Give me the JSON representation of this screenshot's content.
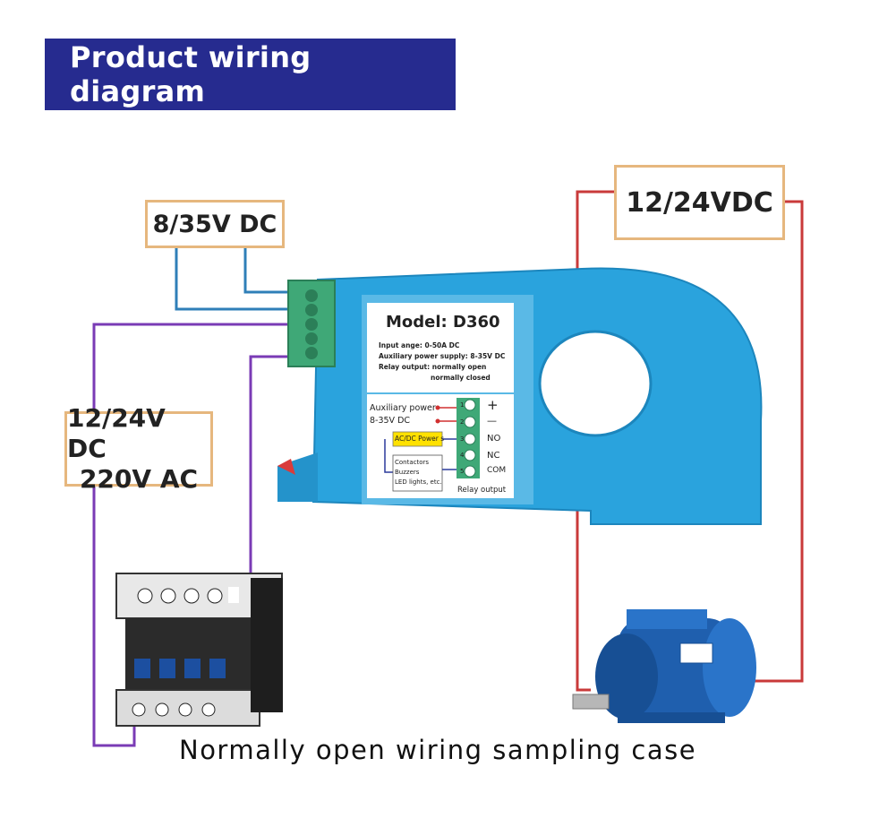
{
  "title": "Product wiring diagram",
  "labels": {
    "aux_supply": "8/35V DC",
    "relay_supply": "12/24VDC",
    "load_supply_line1": "12/24V DC",
    "load_supply_line2": "220V AC"
  },
  "device_label": {
    "model": "Model: D360",
    "spec1": "Input ange: 0-50A DC",
    "spec2": "Auxiliary power supply: 8-35V DC",
    "spec3": "Relay output: normally open",
    "spec4": "normally closed",
    "aux_power": "Auxiliary power",
    "aux_range": "8-35V DC",
    "acdc_power": "AC/DC Power s",
    "load_1": "Contactors",
    "load_2": "Buzzers",
    "load_3": "LED lights, etc.",
    "relay_output": "Relay output",
    "terminals": [
      {
        "num": "1",
        "sign": "+"
      },
      {
        "num": "2",
        "sign": "—"
      },
      {
        "num": "3",
        "sign": "NO"
      },
      {
        "num": "4",
        "sign": "NC"
      },
      {
        "num": "5",
        "sign": "COM"
      }
    ]
  },
  "caption": "Normally open wiring sampling case",
  "colors": {
    "banner": "#262b8f",
    "label_border": "#e6b77e",
    "wire_blue": "#2f7fb8",
    "wire_purple": "#7a3bb5",
    "wire_red": "#c93a3a",
    "sensor_body": "#2aa3dd",
    "terminal_green": "#3fa877",
    "motor_blue": "#1f5fae"
  }
}
